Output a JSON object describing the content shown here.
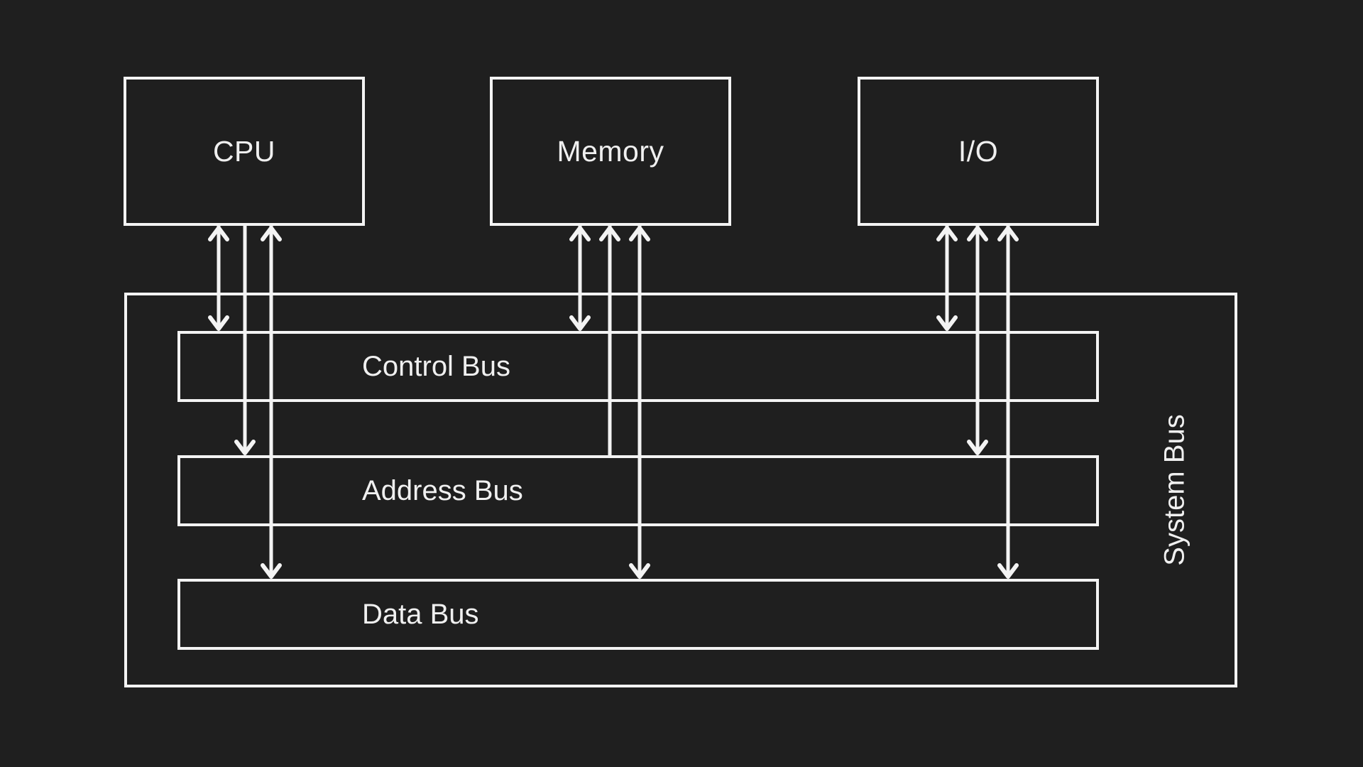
{
  "diagram": {
    "components": [
      {
        "id": "cpu",
        "label": "CPU"
      },
      {
        "id": "memory",
        "label": "Memory"
      },
      {
        "id": "io",
        "label": "I/O"
      }
    ],
    "buses": [
      {
        "id": "control-bus",
        "label": "Control Bus"
      },
      {
        "id": "address-bus",
        "label": "Address Bus"
      },
      {
        "id": "data-bus",
        "label": "Data Bus"
      }
    ],
    "system_bus_label": "System Bus",
    "connections": [
      {
        "from": "CPU",
        "to": "Control Bus",
        "bidirectional": true
      },
      {
        "from": "CPU",
        "to": "Address Bus",
        "bidirectional": false,
        "direction": "component-to-bus"
      },
      {
        "from": "CPU",
        "to": "Data Bus",
        "bidirectional": true
      },
      {
        "from": "Memory",
        "to": "Control Bus",
        "bidirectional": true
      },
      {
        "from": "Address Bus",
        "to": "Memory",
        "bidirectional": false,
        "direction": "bus-to-component"
      },
      {
        "from": "Memory",
        "to": "Data Bus",
        "bidirectional": true
      },
      {
        "from": "I/O",
        "to": "Control Bus",
        "bidirectional": true
      },
      {
        "from": "I/O",
        "to": "Address Bus",
        "bidirectional": true
      },
      {
        "from": "I/O",
        "to": "Data Bus",
        "bidirectional": true
      }
    ]
  },
  "colors": {
    "background": "#1f1f1f",
    "line": "#f3f3f3",
    "text": "#f0f0f0"
  }
}
